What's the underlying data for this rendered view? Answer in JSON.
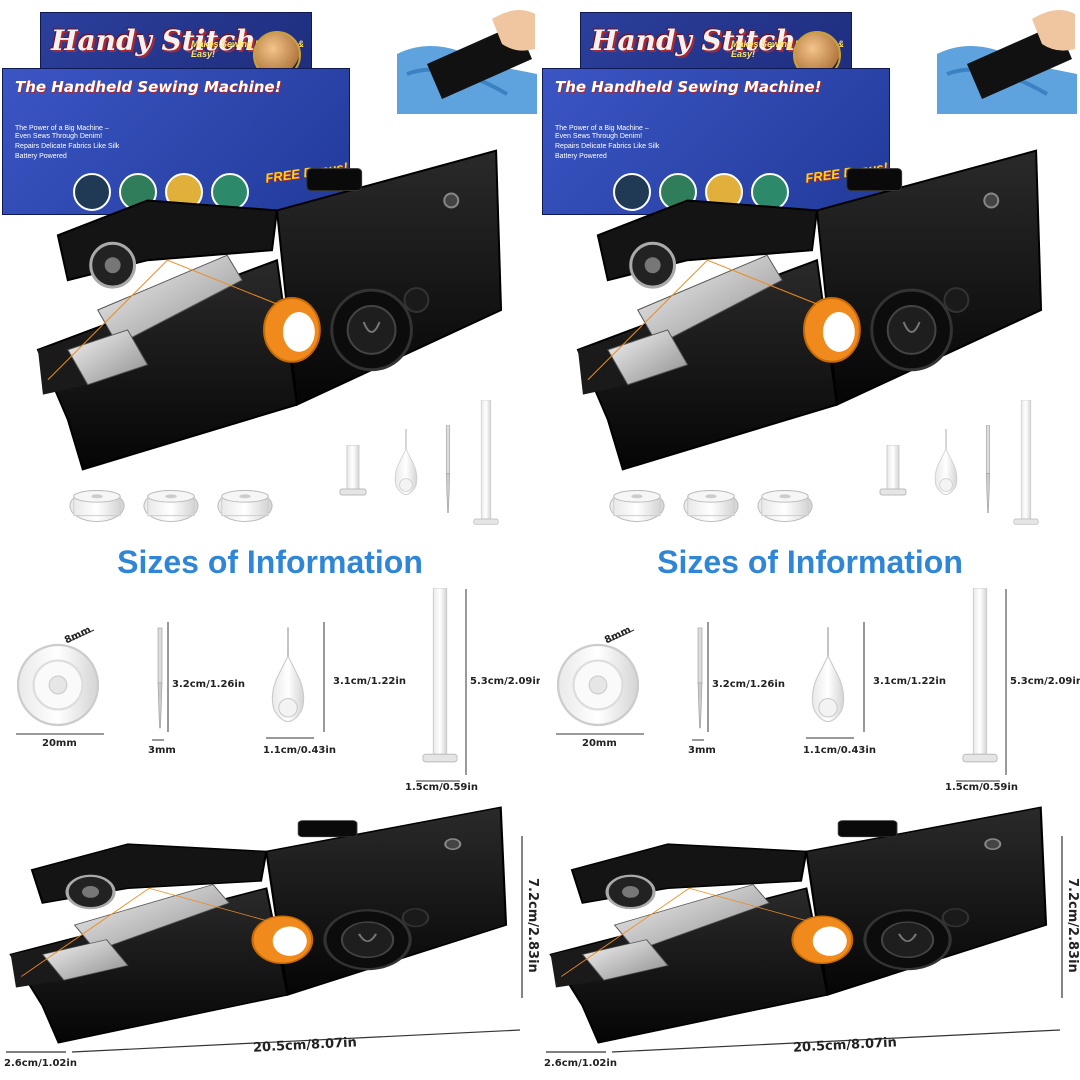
{
  "box": {
    "brand": "Handy Stitch",
    "tagline": "Makes Sewing Fun, Fast & Easy!",
    "subtitle": "The Handheld Sewing Machine!",
    "bullets": [
      "The Power of a Big Machine – Even Sews Through Denim!",
      "Repairs Delicate Fabrics Like Silk",
      "Battery Powered"
    ],
    "free_label": "FREE Bonus!"
  },
  "sizes_title": "Sizes of Information",
  "dimensions": {
    "bobbin_width": "8mm",
    "bobbin_diameter": "20mm",
    "needle_length": "3.2cm/1.26in",
    "needle_width": "3mm",
    "threader_length": "3.1cm/1.22in",
    "threader_width": "1.1cm/0.43in",
    "spindle_length": "5.3cm/2.09in",
    "spindle_width": "1.5cm/0.59in",
    "machine_height": "7.2cm/2.83in",
    "machine_length": "20.5cm/8.07in",
    "machine_depth": "2.6cm/1.02in"
  },
  "colors": {
    "title_blue": "#2f86d6",
    "box_blue": "#2b3f9c",
    "machine_black": "#111111",
    "thread_orange": "#f08a1c"
  }
}
